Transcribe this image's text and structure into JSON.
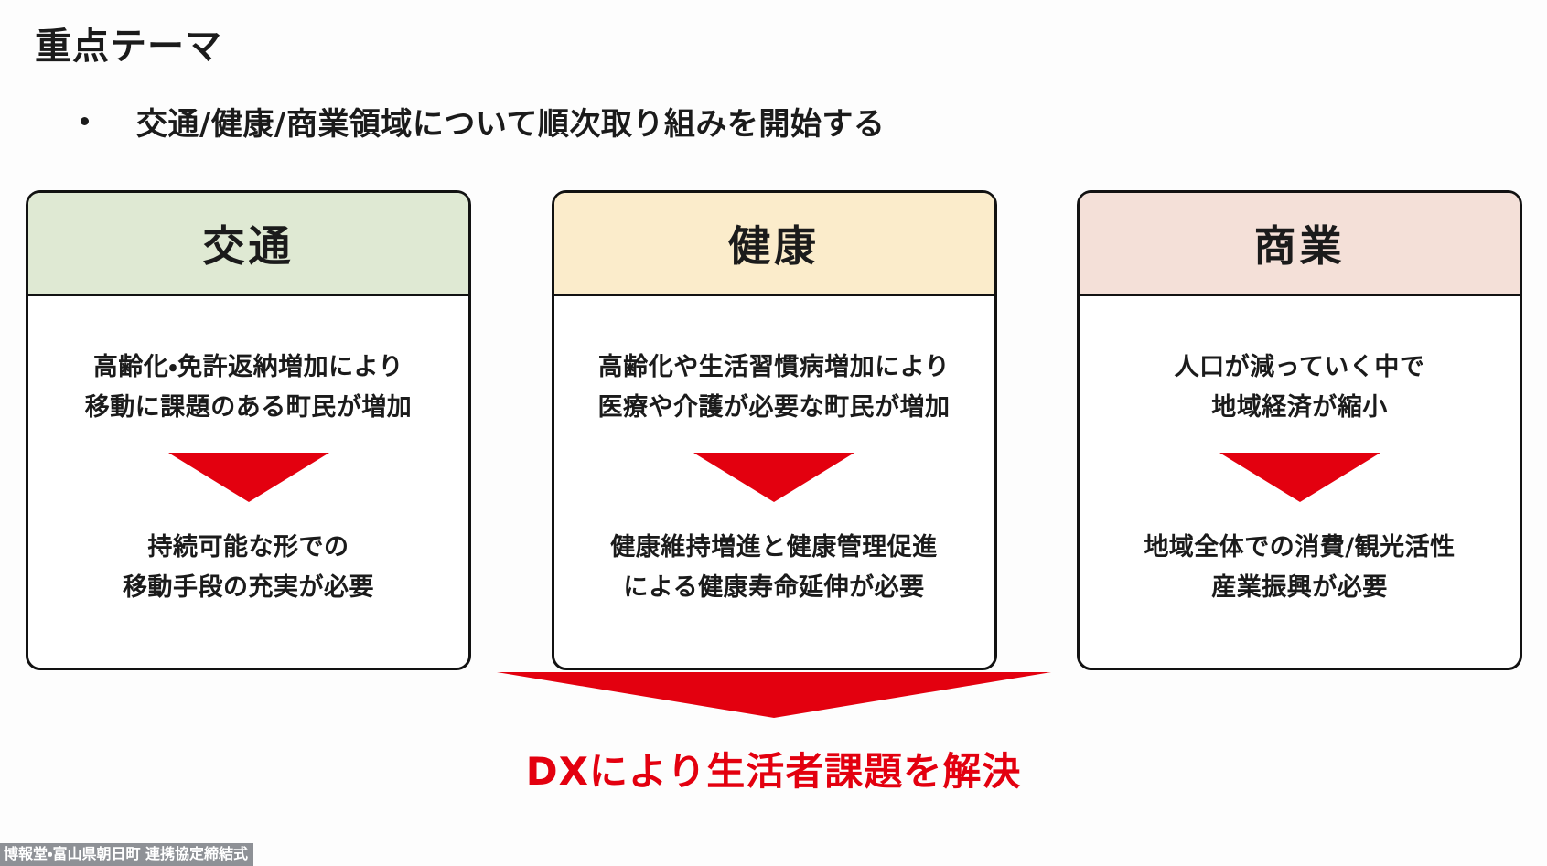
{
  "slide": {
    "title": "重点テーマ",
    "bullet": "交通/健康/商業領域について順次取り組みを開始する",
    "conclusion": "DXにより生活者課題を解決",
    "caption": "博報堂・富山県朝日町 連携協定締結式",
    "accent_red": "#e3000f",
    "border_color": "#121212",
    "background": "#ffffff"
  },
  "cards": [
    {
      "header": "交通",
      "header_color": "#dfe9d3",
      "problem": {
        "line1": "高齢化・免許返納増加により",
        "line2": "移動に課題のある町民が増加"
      },
      "arrow": "down-arrow-icon",
      "solution": {
        "line1": "持続可能な形での",
        "line2": "移動手段の充実が必要"
      }
    },
    {
      "header": "健康",
      "header_color": "#fbeccb",
      "problem": {
        "line1": "高齢化や生活習慣病増加により",
        "line2": "医療や介護が必要な町民が増加"
      },
      "arrow": "down-arrow-icon",
      "solution": {
        "line1": "健康維持増進と健康管理促進",
        "line2": "による健康寿命延伸が必要"
      }
    },
    {
      "header": "商業",
      "header_color": "#f4e0d8",
      "problem": {
        "line1": "人口が減っていく中で",
        "line2": "地域経済が縮小"
      },
      "arrow": "down-arrow-icon",
      "solution": {
        "line1": "地域全体での消費/観光活性",
        "line2": "産業振興が必要"
      }
    }
  ]
}
